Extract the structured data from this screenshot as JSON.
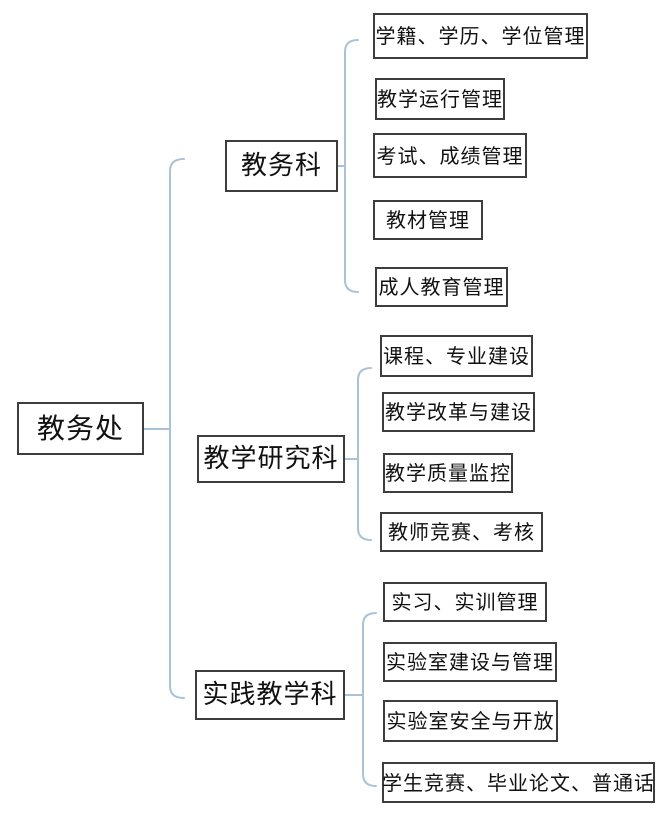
{
  "org": {
    "root": {
      "label": "教务处"
    },
    "branches": [
      {
        "label": "教务科",
        "children": [
          "学籍、学历、学位管理",
          "教学运行管理",
          "考试、成绩管理",
          "教材管理",
          "成人教育管理"
        ]
      },
      {
        "label": "教学研究科",
        "children": [
          "课程、专业建设",
          "教学改革与建设",
          "教学质量监控",
          "教师竞赛、考核"
        ]
      },
      {
        "label": "实践教学科",
        "children": [
          "实习、实训管理",
          "实验室建设与管理",
          "实验室安全与开放",
          "学生竞赛、毕业论文、普通话"
        ]
      }
    ],
    "colors": {
      "connector": "#aac1d8",
      "box_border": "#3d3d3d",
      "text": "#111111",
      "background": "#ffffff"
    }
  }
}
